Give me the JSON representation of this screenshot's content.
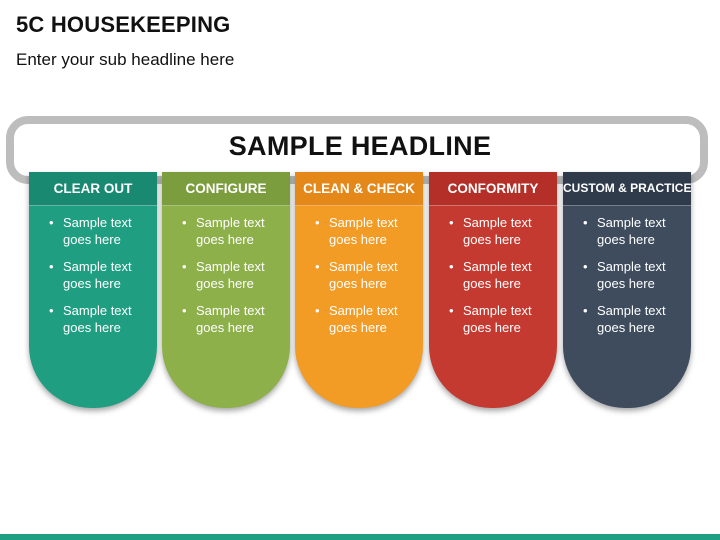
{
  "header": {
    "title": "5C HOUSEKEEPING",
    "subtitle": "Enter your sub headline here",
    "headline": "SAMPLE HEADLINE"
  },
  "cards": [
    {
      "title": "CLEAR OUT",
      "color": "#1f9e82",
      "header_color": "#198a71",
      "bullets": [
        "Sample text goes here",
        "Sample text goes here",
        "Sample text goes here"
      ]
    },
    {
      "title": "CONFIGURE",
      "color": "#8db04a",
      "header_color": "#7c9d3d",
      "bullets": [
        "Sample text goes here",
        "Sample text goes here",
        "Sample text goes here"
      ]
    },
    {
      "title": "CLEAN & CHECK",
      "color": "#f29b25",
      "header_color": "#e4881a",
      "bullets": [
        "Sample text goes here",
        "Sample text goes here",
        "Sample text goes here"
      ]
    },
    {
      "title": "CONFORMITY",
      "color": "#c53a30",
      "header_color": "#b32f27",
      "bullets": [
        "Sample text goes here",
        "Sample text goes here",
        "Sample text goes here"
      ]
    },
    {
      "title": "CUSTOM & PRACTICE",
      "color": "#3e4c5e",
      "header_color": "#2f3b4b",
      "bullets": [
        "Sample text goes here",
        "Sample text goes here",
        "Sample text goes here"
      ]
    }
  ],
  "footer_color": "#1e9e82"
}
